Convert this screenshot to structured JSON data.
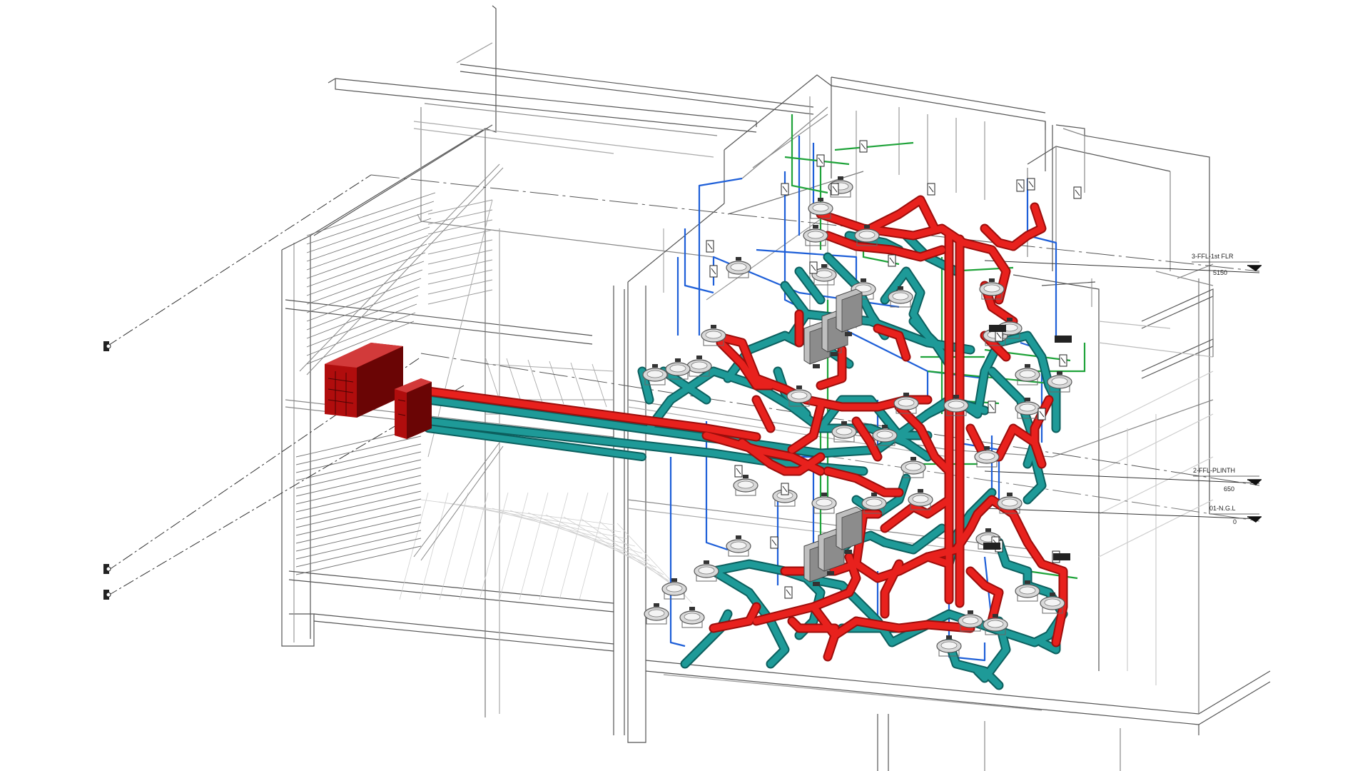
{
  "levels": [
    {
      "name": "3-FFL-1st FLR",
      "elevation": "5150"
    },
    {
      "name": "2-FFL-PLINTH",
      "elevation": "650"
    },
    {
      "name": "01-N.G.L",
      "elevation": "0"
    }
  ],
  "colors": {
    "background": "#ffffff",
    "linework": "#555555",
    "light_linework": "#9a9a9a",
    "soil_pipe": "#e8211d",
    "soil_pipe_dark": "#9c0d0b",
    "waste_pipe": "#1e9a98",
    "waste_pipe_dark": "#0c5f5e",
    "cold_water": "#1e5fd8",
    "vent_pipe": "#1fa33a",
    "tank": "#b00d0d",
    "tank_dark": "#6a0505",
    "fixture": "#cfcfcf",
    "fixture_dark": "#6e6e6e"
  },
  "icons": {
    "level_marker": "level-head-triangle-icon",
    "section_marker": "section-head-icon",
    "fixture": "sanitary-fixture-icon"
  }
}
